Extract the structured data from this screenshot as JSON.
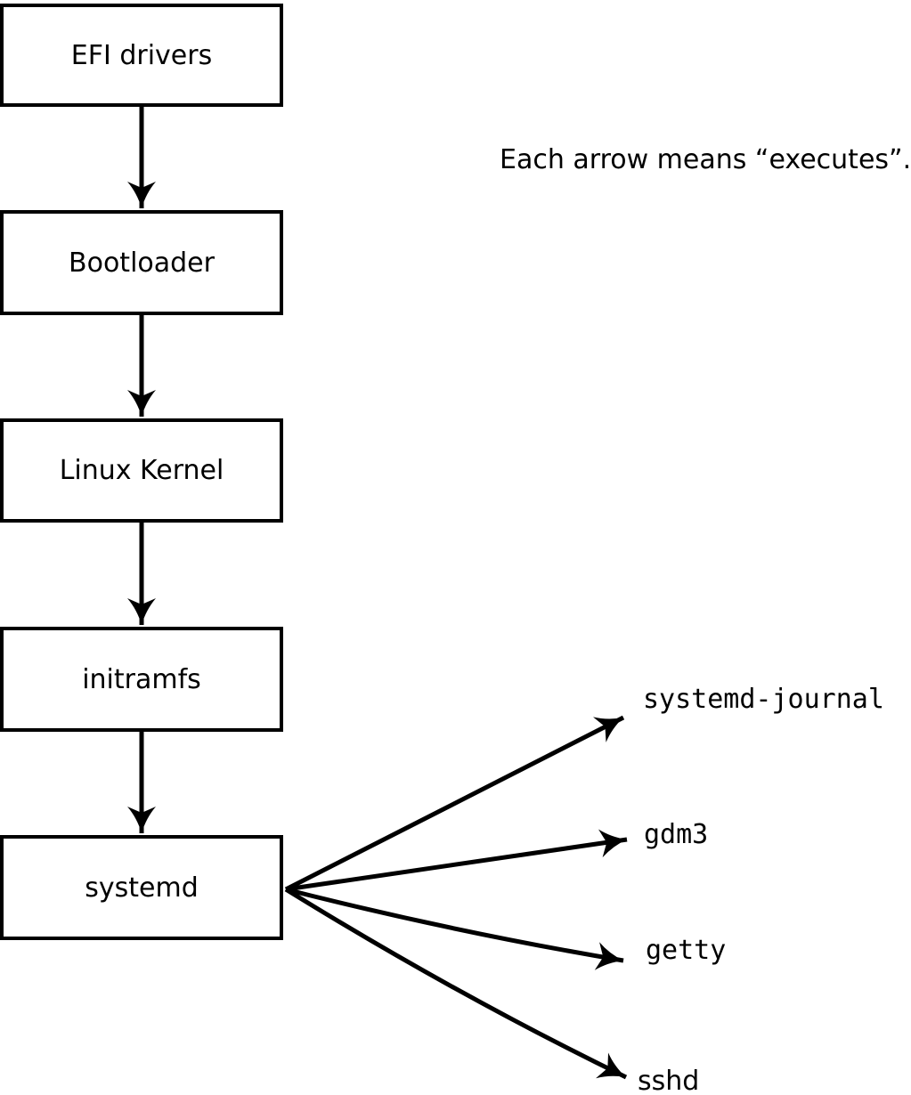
{
  "colors": {
    "ink": "#000000",
    "paper": "#ffffff"
  },
  "caption": "Each arrow means “executes”.",
  "diagram": {
    "arrow_meaning": "executes",
    "chain": [
      {
        "label": "EFI drivers"
      },
      {
        "label": "Bootloader"
      },
      {
        "label": "Linux Kernel"
      },
      {
        "label": "initramfs"
      },
      {
        "label": "systemd"
      }
    ],
    "fanout": {
      "source": "systemd",
      "targets": [
        {
          "label": "systemd-journal"
        },
        {
          "label": "gdm3"
        },
        {
          "label": "getty"
        },
        {
          "label": "sshd"
        }
      ]
    }
  }
}
